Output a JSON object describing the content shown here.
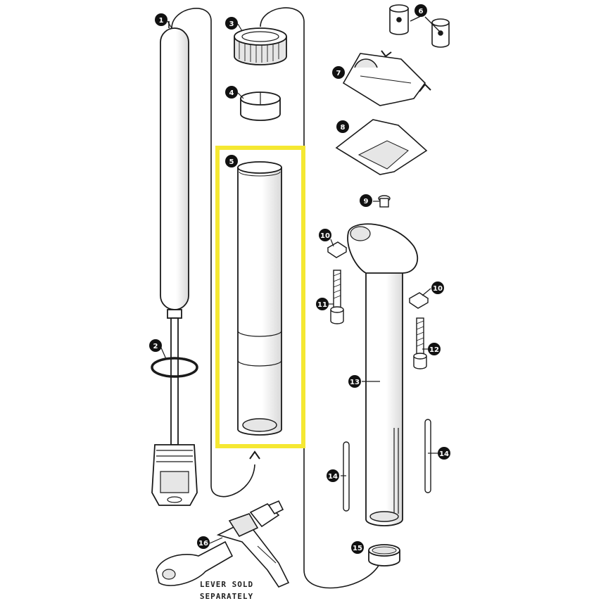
{
  "callouts": [
    {
      "id": "1",
      "label": "1"
    },
    {
      "id": "2",
      "label": "2"
    },
    {
      "id": "3",
      "label": "3"
    },
    {
      "id": "4",
      "label": "4"
    },
    {
      "id": "5",
      "label": "5"
    },
    {
      "id": "6",
      "label": "6"
    },
    {
      "id": "7",
      "label": "7"
    },
    {
      "id": "8",
      "label": "8"
    },
    {
      "id": "9",
      "label": "9"
    },
    {
      "id": "10a",
      "label": "10"
    },
    {
      "id": "10b",
      "label": "10"
    },
    {
      "id": "11",
      "label": "11"
    },
    {
      "id": "12",
      "label": "12"
    },
    {
      "id": "13",
      "label": "13"
    },
    {
      "id": "14a",
      "label": "14"
    },
    {
      "id": "14b",
      "label": "14"
    },
    {
      "id": "15",
      "label": "15"
    },
    {
      "id": "16",
      "label": "16"
    }
  ],
  "note": {
    "line1": "LEVER SOLD",
    "line2": "SEPARATELY"
  },
  "highlight": {
    "part": "5",
    "color": "#f5e832"
  },
  "colors": {
    "line": "#1a1a1a",
    "badge": "#111111",
    "shade": "#e6e6e6"
  }
}
